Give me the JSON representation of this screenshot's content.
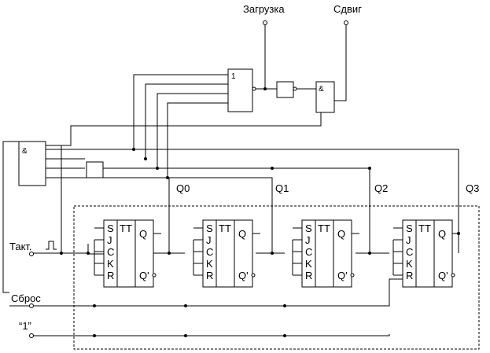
{
  "inputs": {
    "load": "Загрузка",
    "shift": "Сдвиг",
    "clock": "Такт.",
    "reset": "Сброс",
    "one": "“1”"
  },
  "outputs": [
    "Q0",
    "Q1",
    "Q2",
    "Q3"
  ],
  "gates": {
    "or_symbol": "1",
    "and_symbol": "&"
  },
  "flipflop": {
    "type": "TT",
    "pins": [
      "S",
      "J",
      "C",
      "K",
      "R"
    ],
    "q": "Q",
    "q_inv": "Q'"
  }
}
